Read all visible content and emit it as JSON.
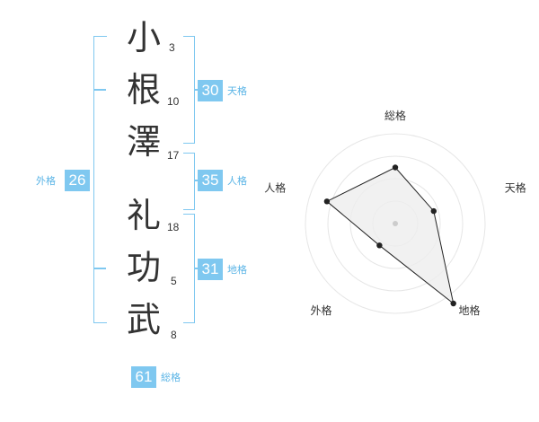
{
  "name": {
    "characters": [
      {
        "char": "小",
        "strokes": "3"
      },
      {
        "char": "根",
        "strokes": "10"
      },
      {
        "char": "澤",
        "strokes": "17"
      },
      {
        "char": "礼",
        "strokes": "18"
      },
      {
        "char": "功",
        "strokes": "5"
      },
      {
        "char": "武",
        "strokes": "8"
      }
    ]
  },
  "fortunes": {
    "tenkaku": {
      "value": "30",
      "label": "天格"
    },
    "jinkaku": {
      "value": "35",
      "label": "人格"
    },
    "chikaku": {
      "value": "31",
      "label": "地格"
    },
    "gaikaku": {
      "value": "26",
      "label": "外格"
    },
    "soukaku": {
      "value": "61",
      "label": "総格"
    }
  },
  "colors": {
    "accent": "#7fc8f0",
    "label": "#5ab4e6",
    "text": "#333333",
    "radar_fill": "#eeeeee",
    "ring": "#e6e6e6"
  },
  "chart_data": {
    "type": "radar",
    "axes": [
      "総格",
      "天格",
      "地格",
      "外格",
      "人格"
    ],
    "rings": 4,
    "max": 4,
    "values": [
      2.5,
      1.8,
      4.4,
      1.2,
      3.2
    ]
  }
}
